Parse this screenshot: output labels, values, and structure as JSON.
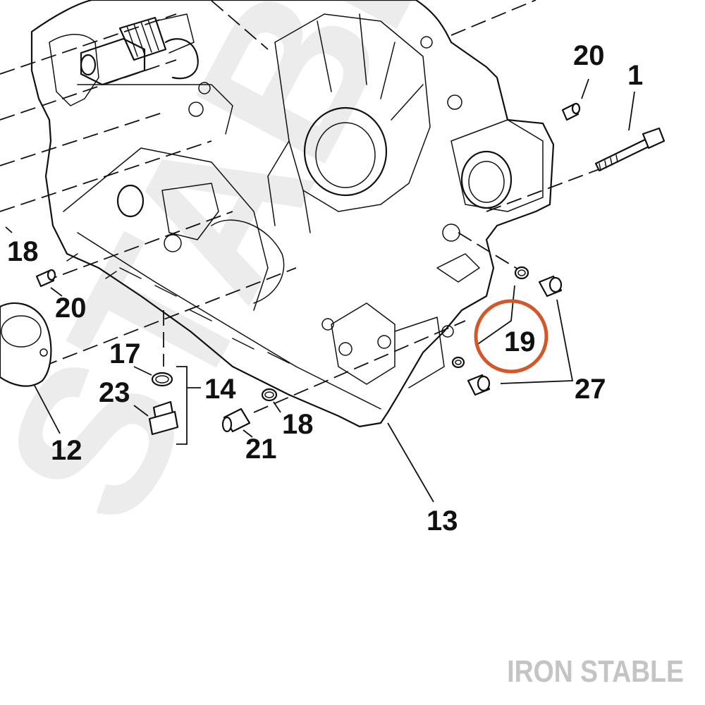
{
  "watermark": {
    "text": "STABLE",
    "color": "#ececec"
  },
  "brand": {
    "text": "IRON STABLE",
    "color": "#c4c4c4"
  },
  "highlight": {
    "color": "#d4572a"
  },
  "callouts": {
    "c1": "1",
    "c20a": "20",
    "c18a": "18",
    "c20b": "20",
    "c19": "19",
    "c27": "27",
    "c17": "17",
    "c23": "23",
    "c14": "14",
    "c18b": "18",
    "c21": "21",
    "c12": "12",
    "c13": "13"
  }
}
